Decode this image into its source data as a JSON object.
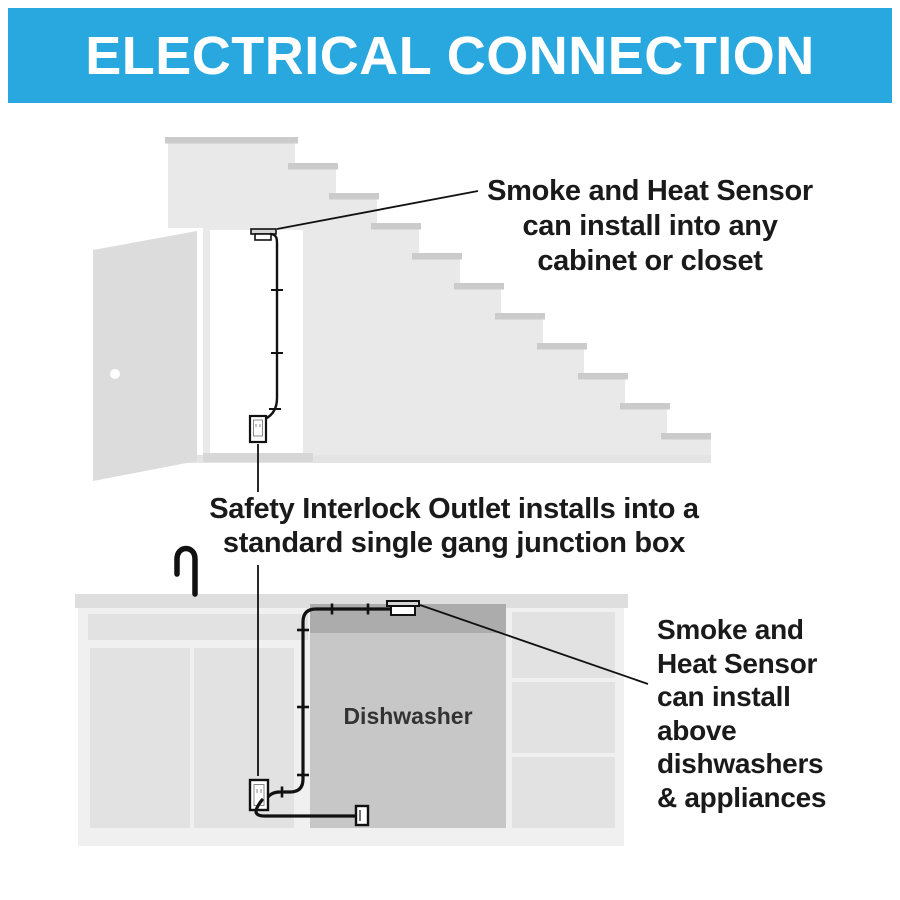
{
  "header": {
    "title": "ELECTRICAL CONNECTION"
  },
  "notes": {
    "closet_sensor": "Smoke and Heat Sensor\ncan install into any\ncabinet or closet",
    "interlock_outlet": "Safety Interlock Outlet installs into a\nstandard single gang junction box",
    "kitchen_sensor": "Smoke and\nHeat Sensor\ncan install\nabove\ndishwashers\n& appliances",
    "dishwasher_label": "Dishwasher"
  },
  "icons": {
    "smoke_heat_sensor": "ceiling-mount-box",
    "safety_interlock_outlet": "wall-outlet-box",
    "power_plug": "plug-with-slot",
    "faucet": "gooseneck-hook",
    "door": "open-door-parallelogram",
    "door_knob": "white-circle",
    "wire_staple": "tick-mark"
  },
  "colors": {
    "header_bg": "#29A8E0",
    "header_text": "#FFFFFF",
    "note_text": "#1A1A1A",
    "line": "#111111",
    "stair": "#E9E9E9",
    "tread": "#CBCBCB",
    "door": "#DCDCDC",
    "counter": "#DEDEDE",
    "cabinet": "#F0F0F0",
    "cabinet_panel": "#E2E2E2",
    "dishwasher": "#C7C7C7",
    "dishwasher_top": "#ACACAC"
  }
}
